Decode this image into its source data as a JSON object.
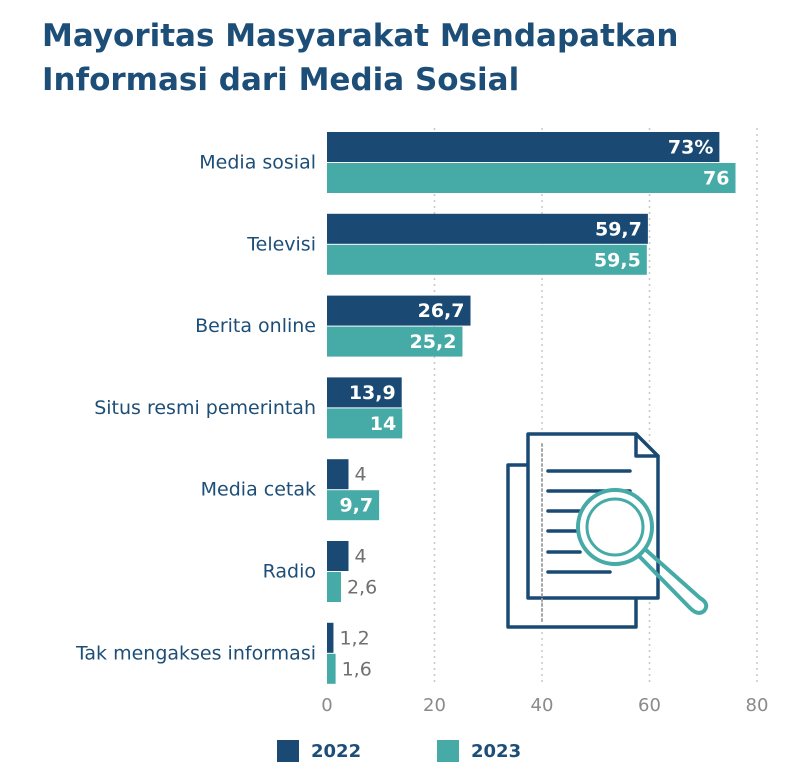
{
  "title": "Mayoritas Masyarakat Mendapatkan Informasi dari Media Sosial",
  "colors": {
    "series_2022": "#1a4a73",
    "series_2023": "#46aaa7",
    "text": "#1d4e77",
    "grid": "#c8c8c8"
  },
  "chart_data": {
    "type": "bar",
    "orientation": "horizontal",
    "categories": [
      "Media sosial",
      "Televisi",
      "Berita online",
      "Situs resmi pemerintah",
      "Media cetak",
      "Radio",
      "Tak mengakses informasi"
    ],
    "series": [
      {
        "name": "2022",
        "values": [
          73,
          59.7,
          26.7,
          13.9,
          4,
          4,
          1.2
        ],
        "labels": [
          "73%",
          "59,7",
          "26,7",
          "13,9",
          "4",
          "4",
          "1,2"
        ]
      },
      {
        "name": "2023",
        "values": [
          76,
          59.5,
          25.2,
          14,
          9.7,
          2.6,
          1.6
        ],
        "labels": [
          "76",
          "59,5",
          "25,2",
          "14",
          "9,7",
          "2,6",
          "1,6"
        ]
      }
    ],
    "xlim": [
      0,
      80
    ],
    "xticks": [
      0,
      20,
      40,
      60,
      80
    ],
    "xtick_labels": [
      "0",
      "20",
      "40",
      "60",
      "80"
    ],
    "grid": "vertical dotted",
    "legend": "bottom"
  },
  "legend_items": [
    "2022",
    "2023"
  ],
  "illustration": {
    "icon": "document-search-icon"
  }
}
